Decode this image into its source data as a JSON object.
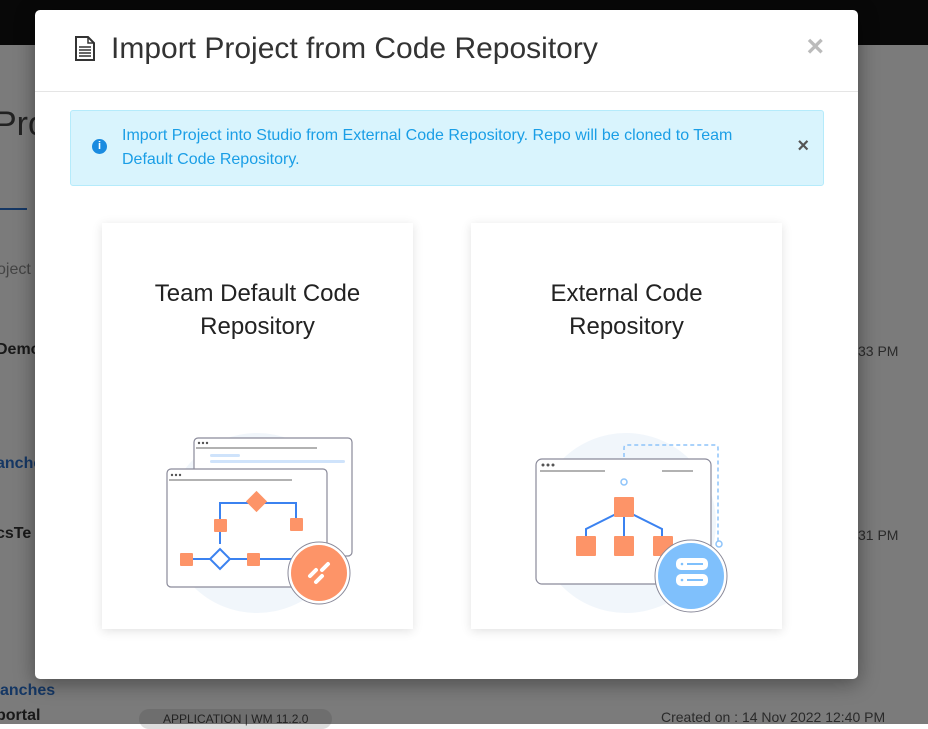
{
  "background": {
    "heading": "Pro",
    "search_placeholder": "oject",
    "rows": [
      {
        "name": "Demo",
        "time": "33 PM",
        "link": "anche"
      },
      {
        "name": "csTe",
        "time": "31 PM",
        "link": "anches"
      },
      {
        "name": "portal",
        "badge": "APPLICATION | WM 11.2.0",
        "created": "Created on : 14 Nov 2022 12:40 PM"
      }
    ]
  },
  "modal": {
    "title": "Import Project from Code Repository",
    "title_icon": "document-icon",
    "close_icon": "close-icon",
    "alert": {
      "text": "Import Project into Studio from External Code Repository. Repo will be cloned to Team Default Code Repository.",
      "icon": "info-icon"
    },
    "options": [
      {
        "title": "Team Default Code Repository",
        "badge_color": "#fd9468",
        "icon": "link-icon"
      },
      {
        "title": "External Code Repository",
        "badge_color": "#7fc0fc",
        "icon": "server-icon"
      }
    ]
  }
}
